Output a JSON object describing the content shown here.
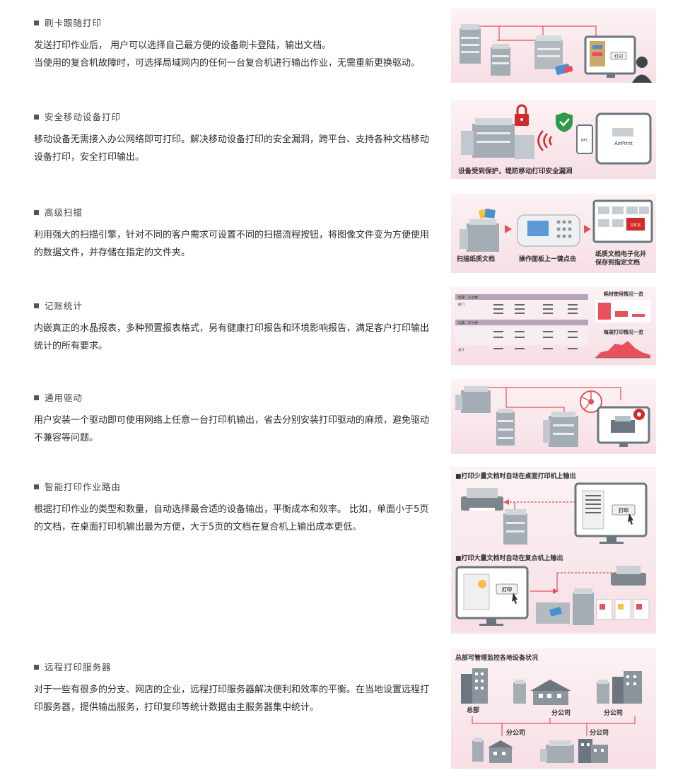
{
  "sections": [
    {
      "title": "刷卡跟随打印",
      "lines": [
        "发送打印作业后， 用户可以选择自己最方便的设备刷卡登陆，输出文档。",
        "当使用的复合机故障时，可选择局域网内的任何一台复合机进行输出作业，无需重新更换驱动。"
      ],
      "labels": [
        "打印"
      ]
    },
    {
      "title": "安全移动设备打印",
      "lines": [
        "移动设备无需接入办公网络即可打印。解决移动设备打印的安全漏洞，跨平台、支持各种文档移动设备打印，安全打印输出。"
      ],
      "labels": [
        "设备受到保护，堤防移动打印安全漏洞",
        "AirPrint",
        "NFC"
      ]
    },
    {
      "title": "高级扫描",
      "lines": [
        "利用强大的扫描引擎，针对不同的客户需求可设置不同的扫描流程按钮，将图像文件变为方便使用的数据文件，并存储在指定的文件夹。"
      ],
      "labels": [
        "扫描纸质文档",
        "操作面板上一键点击",
        "纸质文档电子化并",
        "保存到指定文档",
        "文件夹"
      ]
    },
    {
      "title": "记账统计",
      "lines": [
        "内嵌真正的水晶报表，多种预置报表格式，另有健康打印报告和环境影响报告，满足客户打印输出统计的所有要求。"
      ],
      "labels": [
        "耗材使用情况一览",
        "每周打印情况一览",
        "位置：1F主楼",
        "位置：2F主楼",
        "部门",
        "总计"
      ]
    },
    {
      "title": "通用驱动",
      "lines": [
        "用户安装一个驱动即可使用网络上任意一台打印机输出，省去分别安装打印驱动的麻烦，避免驱动不兼容等问题。"
      ],
      "labels": []
    },
    {
      "title": "智能打印作业路由",
      "lines": [
        "根据打印作业的类型和数量，自动选择最合适的设备输出，平衡成本和效率。 比如，单面小于5页的文档，在桌面打印机输出最为方便，大于5页的文档在复合机上输出成本更低。"
      ],
      "labels": [
        "■打印少量文档时自动在桌面打印机上输出",
        "■打印大量文档时自动在复合机上输出",
        "打印",
        "打印"
      ]
    },
    {
      "title": "远程打印服务器",
      "lines": [
        "对于一些有很多的分支、网店的企业，远程打印服务器解决便利和效率的平衡。在当地设置远程打印服务器，提供输出服务，打印复印等统计数据由主服务器集中统计。"
      ],
      "labels": [
        "总部可管理监控各地设备状况",
        "总部",
        "分公司",
        "分公司",
        "分公司",
        "分公司"
      ]
    }
  ],
  "colors": {
    "accent": "#e8505b",
    "bullet": "#555555",
    "panel": "#f6dfe5"
  }
}
